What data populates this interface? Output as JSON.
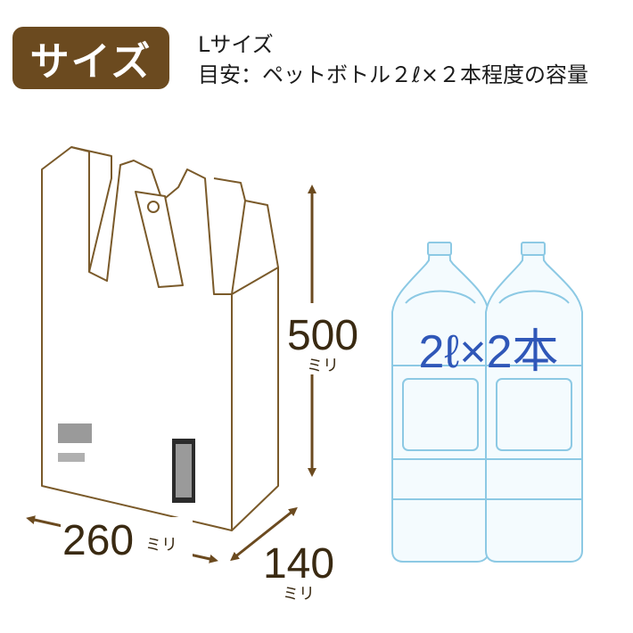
{
  "header": {
    "badge_label": "サイズ",
    "size_name": "Lサイズ",
    "guideline": "目安：ペットボトル２ℓ×２本程度の容量"
  },
  "dimensions": {
    "height": {
      "value": "500",
      "unit": "ミリ"
    },
    "width": {
      "value": "260",
      "unit": "ミリ"
    },
    "depth": {
      "value": "140",
      "unit": "ミリ"
    }
  },
  "bottles": {
    "count": 2,
    "label": "2ℓ×2本"
  },
  "colors": {
    "badge": "#6b4a1f",
    "bag_outline": "#7a5a2a",
    "arrow": "#6b4a1f",
    "bottle": "#8cc9e4",
    "bottle_text": "#2f57b8"
  }
}
